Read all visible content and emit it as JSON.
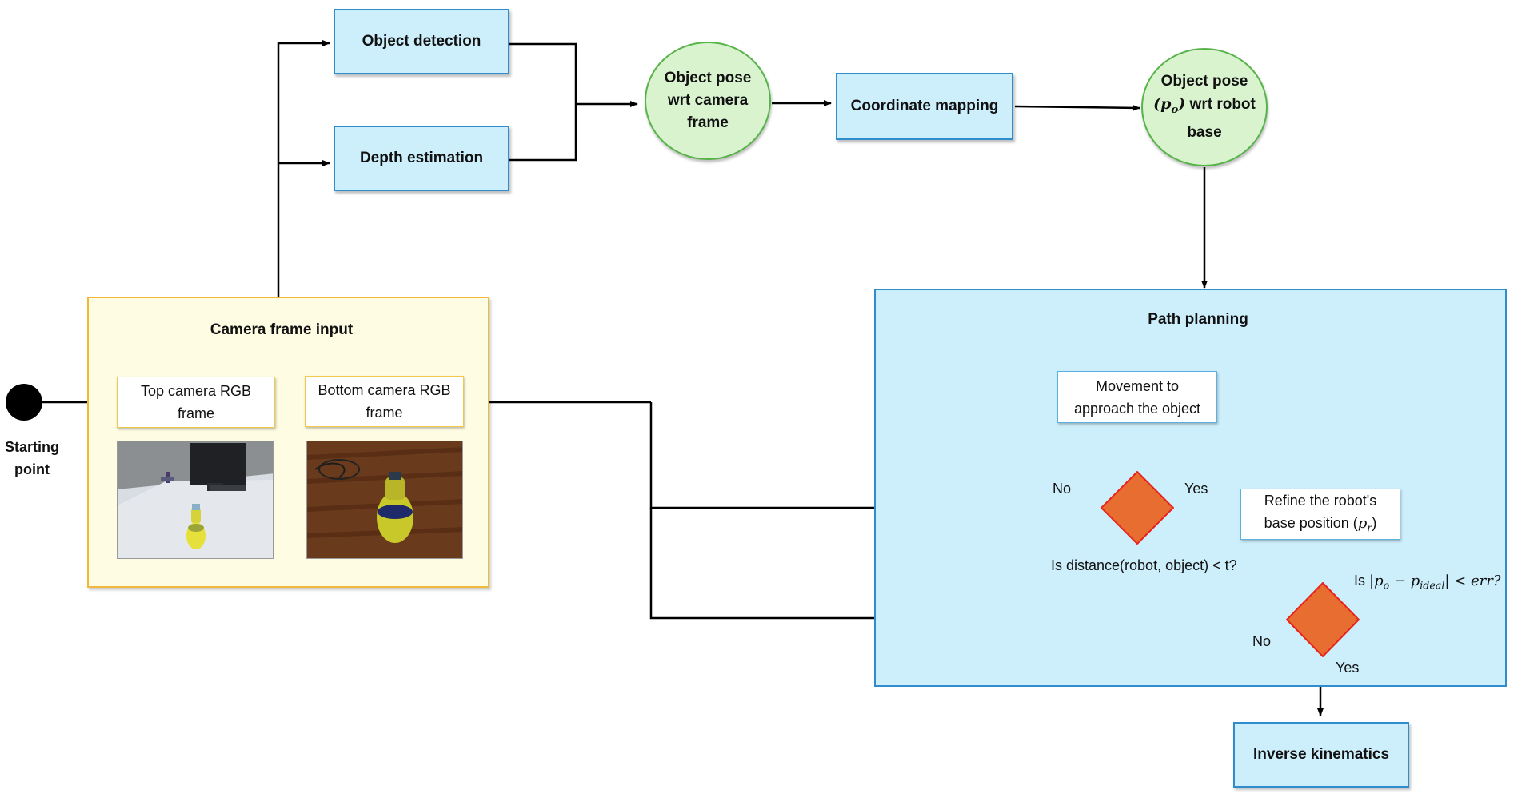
{
  "nodes": {
    "object_detection": "Object detection",
    "depth_estimation": "Depth estimation",
    "object_pose_camera": [
      "Object pose",
      "wrt camera",
      "frame"
    ],
    "coordinate_mapping": "Coordinate mapping",
    "object_pose_robot": {
      "line1": "Object pose",
      "line2_symbol_open": "(p",
      "line2_symbol_sub": "o",
      "line2_symbol_close": ")",
      "line2_text": " wrt robot",
      "line3": "base"
    },
    "inverse_kinematics": "Inverse kinematics"
  },
  "start": {
    "label_line1": "Starting",
    "label_line2": "point"
  },
  "camera_panel": {
    "title": "Camera frame input",
    "top_frame": [
      "Top camera RGB",
      "frame"
    ],
    "bottom_frame": [
      "Bottom camera RGB",
      "frame"
    ]
  },
  "path_planning": {
    "title": "Path planning",
    "approach": [
      "Movement to",
      "approach the object"
    ],
    "refine": {
      "line1": "Refine the robot's",
      "line2_text": "base position (",
      "line2_sym": "p",
      "line2_sub": "r",
      "line2_close": ")"
    },
    "decision1": {
      "question": "Is distance(robot, object) < t?",
      "no": "No",
      "yes": "Yes"
    },
    "decision2": {
      "q_prefix": "Is",
      "q_math_open": "|p",
      "q_sub1": "o",
      "q_math_mid": " − p",
      "q_sub2": "ideal",
      "q_math_close": "| < err?",
      "no": "No",
      "yes": "Yes"
    }
  },
  "colors": {
    "blue_box": "#cdeefb",
    "blue_border": "#2f8ccd",
    "green_circle": "#d9f3cf",
    "green_border": "#58b44a",
    "yellow_panel": "#fefce3",
    "yellow_border": "#f1b83a",
    "decision_fill": "#e86d30",
    "decision_border": "#e8231c"
  }
}
